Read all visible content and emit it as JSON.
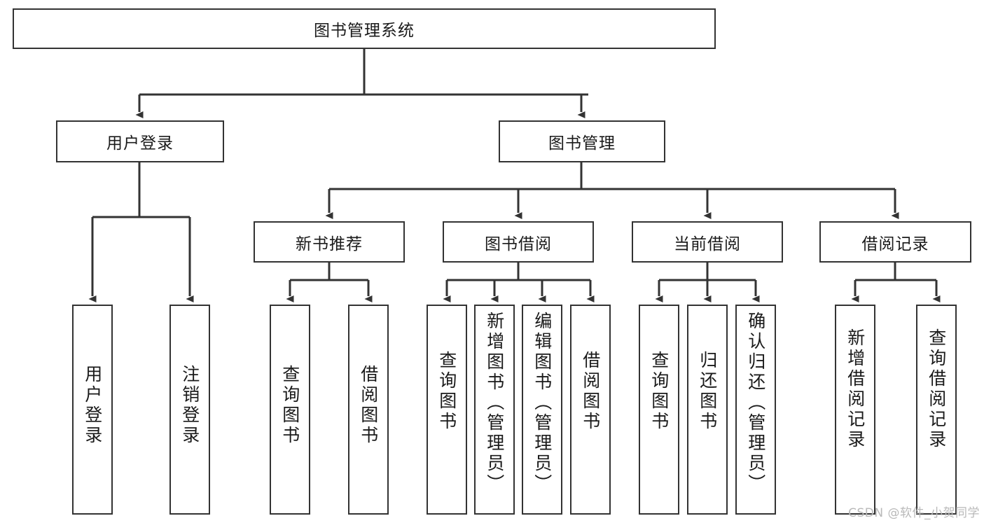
{
  "diagram": {
    "title": "图书管理系统",
    "type": "tree-hierarchy",
    "root": {
      "label": "图书管理系统"
    },
    "level2": [
      {
        "label": "用户登录"
      },
      {
        "label": "图书管理"
      }
    ],
    "level3": [
      {
        "label": "新书推荐"
      },
      {
        "label": "图书借阅"
      },
      {
        "label": "当前借阅"
      },
      {
        "label": "借阅记录"
      }
    ],
    "leaves": {
      "user_login": [
        {
          "label": "用户登录"
        },
        {
          "label": "注销登录"
        }
      ],
      "new_book_recommend": [
        {
          "label": "查询图书"
        },
        {
          "label": "借阅图书"
        }
      ],
      "book_borrow": [
        {
          "label": "查询图书"
        },
        {
          "label": "新增图书（管理员）"
        },
        {
          "label": "编辑图书（管理员）"
        },
        {
          "label": "借阅图书"
        }
      ],
      "current_borrow": [
        {
          "label": "查询图书"
        },
        {
          "label": "归还图书"
        },
        {
          "label": "确认归还（管理员）"
        }
      ],
      "borrow_record": [
        {
          "label": "新增借阅记录"
        },
        {
          "label": "查询借阅记录"
        }
      ]
    }
  },
  "watermark": {
    "text": "CSDN @软件_小贺同学"
  },
  "colors": {
    "border": "#333333",
    "text": "#1a1a1a",
    "background": "#ffffff",
    "watermark": "#b9b9b9"
  }
}
